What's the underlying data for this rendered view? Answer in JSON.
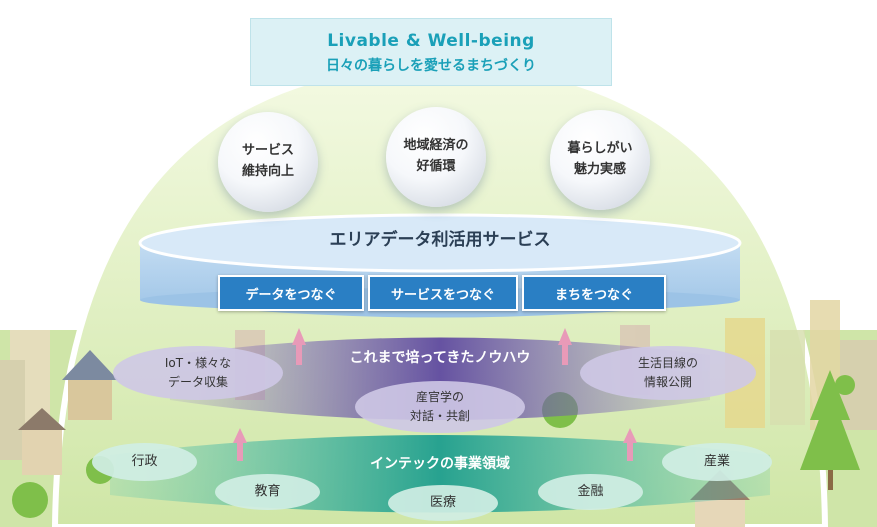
{
  "title": {
    "en": "Livable & Well-being",
    "ja": "日々の暮らしを愛せるまちづくり"
  },
  "values": [
    {
      "line1": "サービス",
      "line2": "維持向上"
    },
    {
      "line1": "地域経済の",
      "line2": "好循環"
    },
    {
      "line1": "暮らしがい",
      "line2": "魅力実感"
    }
  ],
  "platform": {
    "label": "エリアデータ利活用サービス",
    "buttons": [
      "データをつなぐ",
      "サービスをつなぐ",
      "まちをつなぐ"
    ]
  },
  "knowhow": {
    "label": "これまで培ってきたノウハウ",
    "items": [
      {
        "line1": "IoT・様々な",
        "line2": "データ収集"
      },
      {
        "line1": "産官学の",
        "line2": "対話・共創"
      },
      {
        "line1": "生活目線の",
        "line2": "情報公開"
      }
    ]
  },
  "business": {
    "label": "インテックの事業領域",
    "domains": [
      "行政",
      "教育",
      "医療",
      "金融",
      "産業"
    ]
  },
  "colors": {
    "accent": "#1aa0b8",
    "button": "#2a7fc4",
    "band_purple": "#6a55a8",
    "band_teal": "#2aa89a"
  }
}
